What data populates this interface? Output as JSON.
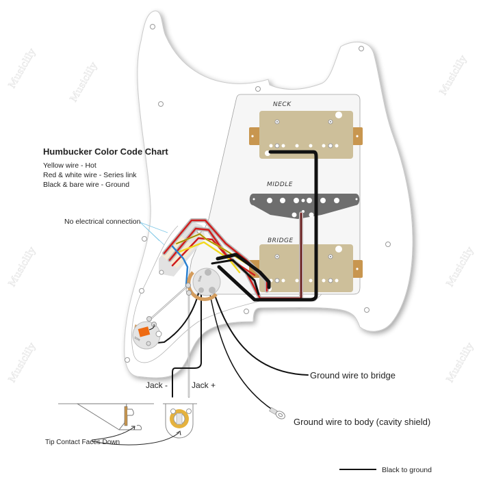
{
  "legend_box": {
    "title": "Humbucker Color Code Chart",
    "lines": [
      "Yellow wire - Hot",
      "Red & white wire - Series link",
      "Black & bare wire - Ground"
    ]
  },
  "pickups": {
    "neck": "NECK",
    "middle": "MIDDLE",
    "bridge": "BRIDGE"
  },
  "annotations": {
    "no_connection": "No electrical connection",
    "jack_minus": "Jack -",
    "jack_plus": "Jack +",
    "tip_contact": "Tip Contact Faces Down",
    "ground_bridge": "Ground wire to bridge",
    "ground_body": "Ground wire to body (cavity shield)"
  },
  "key": {
    "black_to_ground": "Black to ground"
  },
  "components": {
    "volume_pot_label": "500K",
    "tone_pot_label": "500K"
  },
  "watermark": "Musiclily",
  "colors": {
    "pickguard": "#ffffff",
    "pickguard_outline": "#9a9a9a",
    "shield_plate": "#f4f4f4",
    "humbucker_cover": "#cdbf9a",
    "humbucker_tab": "#c8964f",
    "single_coil": "#6e6e6e",
    "wire_black": "#111111",
    "wire_red": "#d01c1c",
    "wire_yellow": "#f2d81c",
    "wire_blue": "#2a80d0",
    "wire_bare": "#bdbdbd",
    "leader_line": "#7cc6e6",
    "capacitor": "#ee6a12"
  }
}
